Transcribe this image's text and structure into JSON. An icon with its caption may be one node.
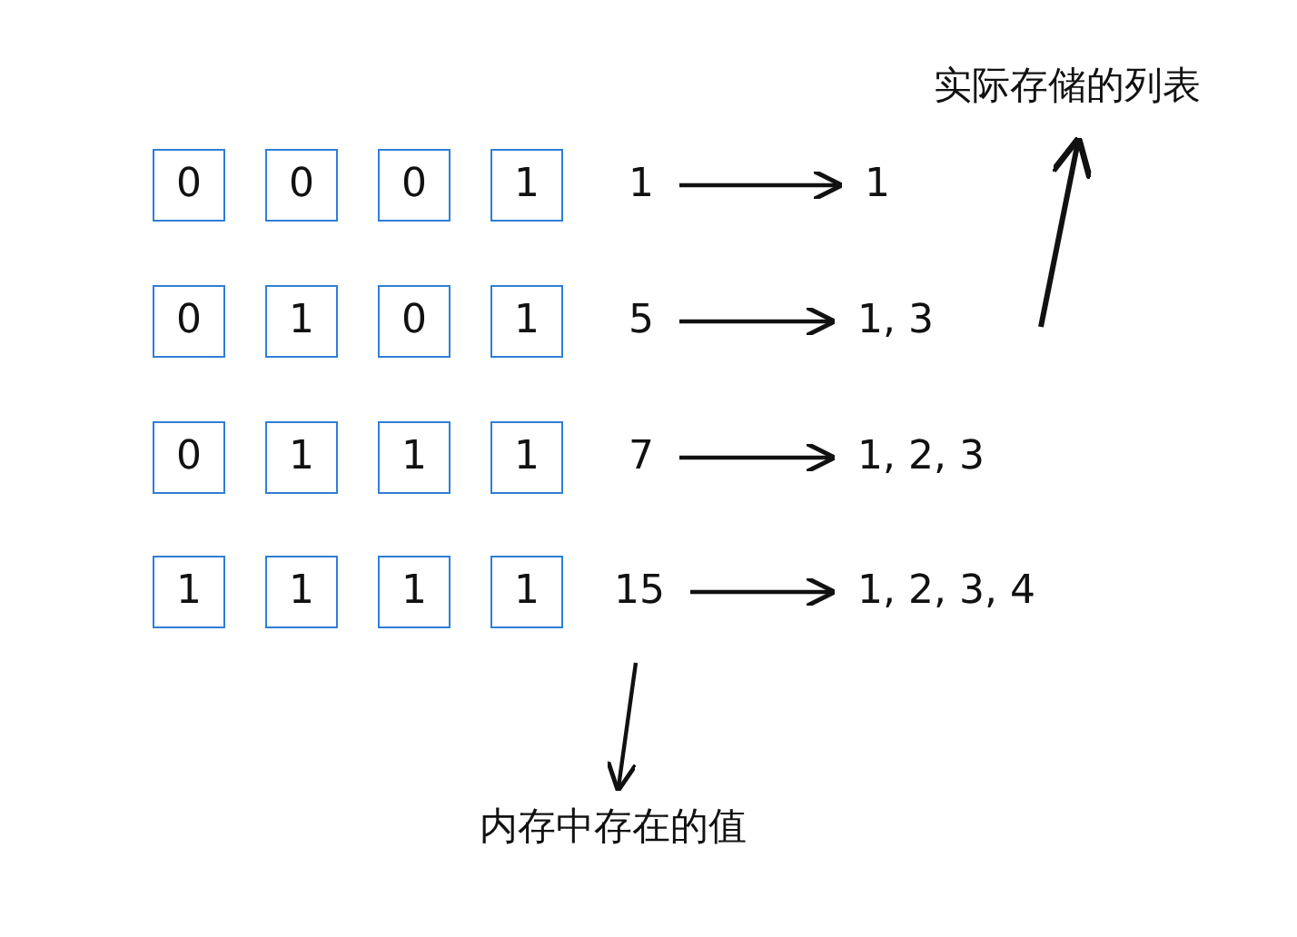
{
  "diagram": {
    "nodes": [
      {
        "text": [
          "实际存储的列表"
        ]
      },
      {
        "text": [
          "0"
        ]
      },
      {
        "text": [
          "0"
        ]
      },
      {
        "text": [
          "0"
        ]
      },
      {
        "text": [
          "1"
        ]
      },
      {
        "text": [
          "1"
        ]
      },
      {
        "text": [
          "1"
        ]
      },
      {
        "text": [
          "0"
        ]
      },
      {
        "text": [
          "1"
        ]
      },
      {
        "text": [
          "0"
        ]
      },
      {
        "text": [
          "1"
        ]
      },
      {
        "text": [
          "5"
        ]
      },
      {
        "text": [
          "1, 3"
        ]
      },
      {
        "text": [
          "0"
        ]
      },
      {
        "text": [
          "1"
        ]
      },
      {
        "text": [
          "1"
        ]
      },
      {
        "text": [
          "1"
        ]
      },
      {
        "text": [
          "7"
        ]
      },
      {
        "text": [
          "1, 2, 3"
        ]
      },
      {
        "text": [
          "1"
        ]
      },
      {
        "text": [
          "1"
        ]
      },
      {
        "text": [
          "1"
        ]
      },
      {
        "text": [
          "1"
        ]
      },
      {
        "text": [
          "15"
        ]
      },
      {
        "text": [
          "1, 2, 3, 4"
        ]
      },
      {
        "text": [
          "内存中存在的值"
        ]
      }
    ],
    "edges": [
      {
        "from": 5,
        "to": 6,
        "arrow": "to"
      },
      {
        "from": 11,
        "to": 12,
        "arrow": "to"
      },
      {
        "from": 17,
        "to": 18,
        "arrow": "to"
      },
      {
        "from": 23,
        "to": 24,
        "arrow": "to"
      },
      {
        "from": null,
        "to": 0,
        "arrow": "to"
      },
      {
        "from": null,
        "to": 25,
        "arrow": "to"
      }
    ]
  }
}
